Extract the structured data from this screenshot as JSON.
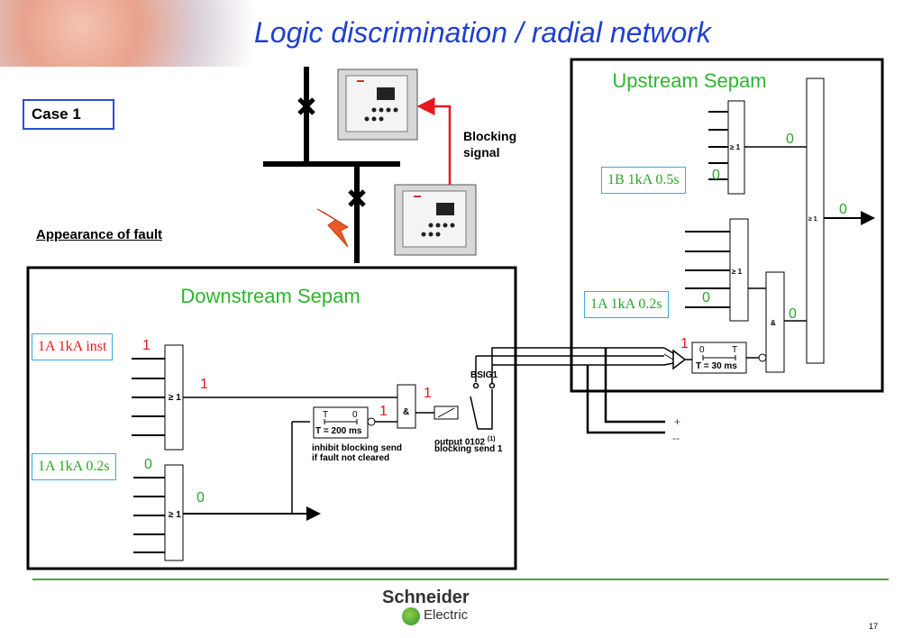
{
  "title": "Logic discrimination / radial network",
  "case_label": "Case 1",
  "fault_label": "Appearance of fault",
  "blocking_signal": "Blocking signal",
  "downstream": {
    "title": "Downstream Sepam",
    "setting_1a_inst": "1A 1kA inst",
    "setting_1a_02s": "1A 1kA 0.2s",
    "val_inst_input": "1",
    "val_or1_output": "1",
    "val_and_output": "1",
    "val_timer_output": "1",
    "val_02s_input": "0",
    "val_or2_output": "0",
    "or_gate_1": "≥ 1",
    "or_gate_2": "≥ 1",
    "and_gate": "&",
    "timer_t": "T",
    "timer_zero": "0",
    "timer_value": "T = 200 ms",
    "inhibit_note_1": "inhibit blocking send",
    "inhibit_note_2": "if fault not cleared",
    "bsig": "BSIG1",
    "output_note_1": "output 0102",
    "output_note_sup": "(1)",
    "output_note_2": "blocking send 1"
  },
  "upstream": {
    "title": "Upstream Sepam",
    "setting_1b_05s": "1B 1kA 0.5s",
    "setting_1a_02s": "1A 1kA 0.2s",
    "val_or1_output": "0",
    "val_1b_input": "0",
    "val_main_output": "0",
    "val_1a_input": "0",
    "val_and_output": "0",
    "val_blocking_input": "1",
    "or_gate_1": "≥ 1",
    "or_gate_2": "≥ 1",
    "and_gate": "&",
    "final_or": "≥ 1",
    "timer_zero": "0",
    "timer_t": "T",
    "timer_value": "T = 30 ms"
  },
  "supply_plus": "+",
  "supply_minus": "--",
  "logo_line1": "Schneider",
  "logo_line2": "Electric",
  "page_number": "17",
  "colors": {
    "title": "#1f3fcf",
    "case_border": "#2a4ed8",
    "green_text": "#2db52d",
    "setting_border": "#3aa8e6",
    "active_value": "#e8181e",
    "inactive_value": "#2aa42a",
    "blocking_arrow": "#e8181e",
    "footer_line": "#3fa74e"
  }
}
